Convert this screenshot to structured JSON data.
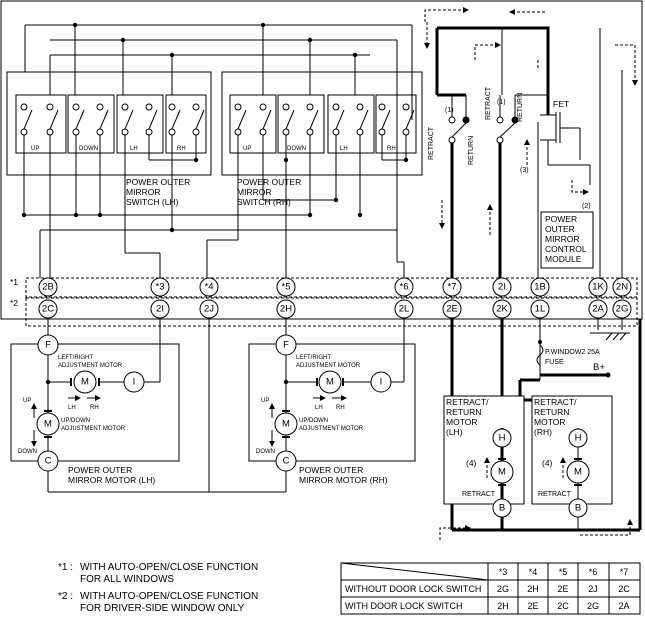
{
  "connectors": {
    "row1": [
      "2B",
      "*3",
      "*4",
      "*5",
      "*6",
      "*7",
      "2I",
      "1B",
      "1K",
      "2N"
    ],
    "row2": [
      "2C",
      "2I",
      "2J",
      "2H",
      "2L",
      "2E",
      "2K",
      "1L",
      "2A",
      "2G"
    ],
    "row1_marker": "*1",
    "row2_marker": "*2"
  },
  "switch_lh": {
    "label_line1": "POWER OUTER",
    "label_line2": "MIRROR",
    "label_line3": "SWITCH  (LH)",
    "up": "UP",
    "down": "DOWN",
    "lh": "LH",
    "rh": "RH"
  },
  "switch_rh": {
    "label_line1": "POWER OUTER",
    "label_line2": "MIRROR",
    "label_line3": "SWITCH  (RH)",
    "up": "UP",
    "down": "DOWN",
    "lh": "LH",
    "rh": "RH"
  },
  "retract_switches": {
    "retract": "RETRACT",
    "return": "RETURN",
    "step1": "(1)",
    "step2": "(2)",
    "step3": "(3)",
    "fet": "FET"
  },
  "control_module": {
    "line1": "POWER",
    "line2": "OUTER",
    "line3": "MIRROR",
    "line4": "CONTROL",
    "line5": "MODULE"
  },
  "mirror_motor_lh": {
    "terminal_f": "F",
    "terminal_i": "I",
    "terminal_c": "C",
    "lr_label_1": "LEFT/RIGHT",
    "lr_label_2": "ADJUSTMENT MOTOR",
    "ud_label_1": "UP/DOWN",
    "ud_label_2": "ADJUSTMENT MOTOR",
    "lh": "LH",
    "rh": "RH",
    "up": "UP",
    "down": "DOWN",
    "title_1": "POWER OUTER",
    "title_2": "MIRROR MOTOR (LH)"
  },
  "mirror_motor_rh": {
    "terminal_f": "F",
    "terminal_i": "I",
    "terminal_c": "C",
    "lr_label_1": "LEFT/RIGHT",
    "lr_label_2": "ADJUSTMENT MOTOR",
    "ud_label_1": "UP/DOWN",
    "ud_label_2": "ADJUSTMENT MOTOR",
    "lh": "LH",
    "rh": "RH",
    "up": "UP",
    "down": "DOWN",
    "title_1": "POWER OUTER",
    "title_2": "MIRROR MOTOR (RH)"
  },
  "retract_motor_lh": {
    "title_1": "RETRACT/",
    "title_2": "RETURN",
    "title_3": "MOTOR",
    "title_4": "(LH)",
    "terminal_h": "H",
    "terminal_b": "B",
    "step": "(4)",
    "retract": "RETRACT"
  },
  "retract_motor_rh": {
    "title_1": "RETRACT/",
    "title_2": "RETURN",
    "title_3": "MOTOR",
    "title_4": "(RH)",
    "terminal_h": "H",
    "terminal_b": "B",
    "step": "(4)",
    "retract": "RETRACT"
  },
  "fuse": {
    "label_1": "P.WINDOW2 25A",
    "label_2": "FUSE",
    "battery": "B+"
  },
  "motor_symbol": "M",
  "footnotes": {
    "note1_marker": "*1 :",
    "note1_line1": "WITH AUTO-OPEN/CLOSE FUNCTION",
    "note1_line2": "FOR ALL WINDOWS",
    "note2_marker": "*2 :",
    "note2_line1": "WITH AUTO-OPEN/CLOSE FUNCTION",
    "note2_line2": "FOR DRIVER-SIDE WINDOW ONLY"
  },
  "table": {
    "headers": [
      "*3",
      "*4",
      "*5",
      "*6",
      "*7"
    ],
    "rows": [
      {
        "label": "WITHOUT DOOR LOCK SWITCH",
        "values": [
          "2G",
          "2H",
          "2E",
          "2J",
          "2C"
        ]
      },
      {
        "label": "WITH DOOR LOCK SWITCH",
        "values": [
          "2H",
          "2E",
          "2C",
          "2G",
          "2A"
        ]
      }
    ]
  }
}
